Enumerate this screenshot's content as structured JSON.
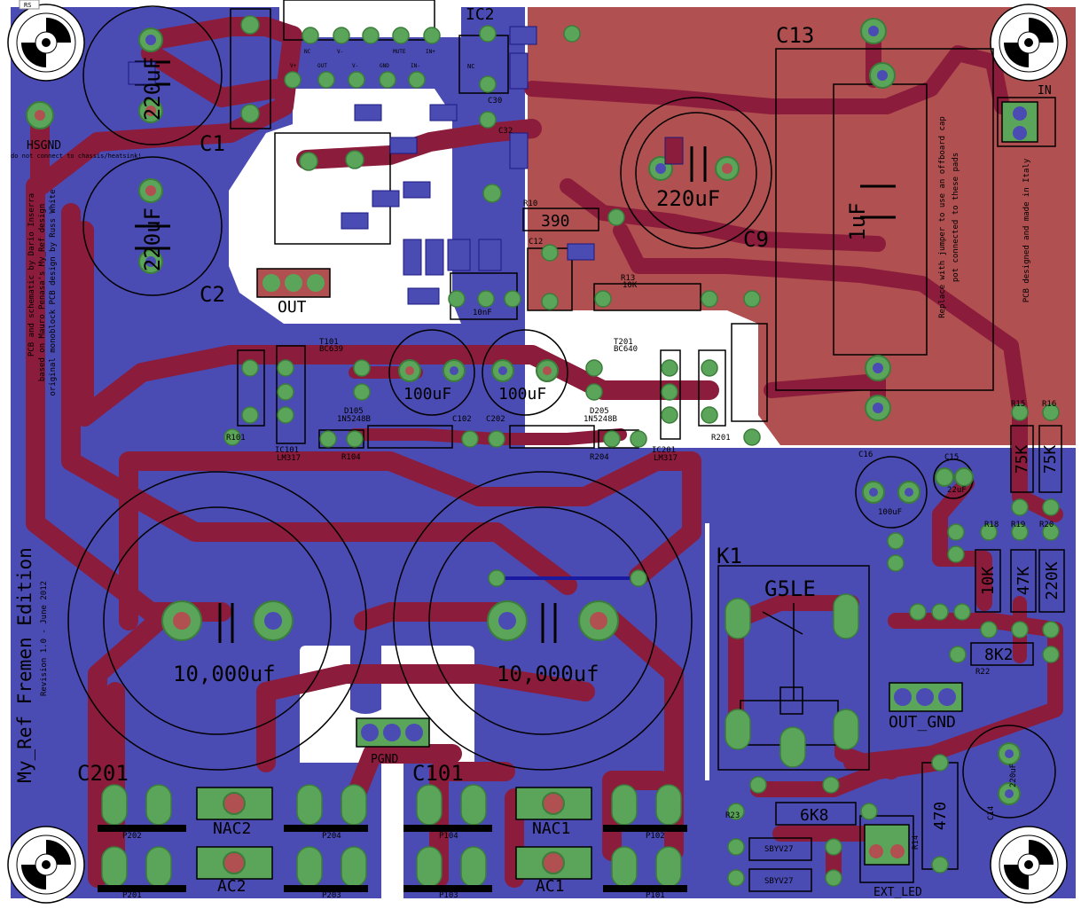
{
  "window": {
    "corner_badge": "RS"
  },
  "board": {
    "title": "My_Ref Fremen Edition",
    "revision": "Revision 1.0 - June 2012",
    "credits": [
      "PCB and schematic by Dario Inserra",
      "based on Mauro Penasa's My_Ref design",
      "original monoblock PCB design by Russ White"
    ],
    "note_jumper": "Replace with jumper to use an offboard cap",
    "note_pads": "pot connected to these pads",
    "note_italy": "PCB designed and made in Italy",
    "note_hsgnd": "do not connect to chassis/heatsink!"
  },
  "colors": {
    "blue_pour": "#4b4bb4",
    "red_pour": "#b05050",
    "trace_red": "#8b1c3c",
    "pad_green": "#2e8b57",
    "pad_ring": "#5aa55a",
    "white": "#ffffff"
  },
  "components": {
    "c1": {
      "ref": "C1",
      "value": "220uF"
    },
    "c2": {
      "ref": "C2",
      "value": "220uF"
    },
    "c9": {
      "ref": "C9",
      "value": "220uF"
    },
    "c13": {
      "ref": "C13",
      "value": "1uF"
    },
    "c102": {
      "ref": "C102",
      "value": "100uF"
    },
    "c202": {
      "ref": "C202",
      "value": "100uF"
    },
    "c101": {
      "ref": "C101",
      "value": "10,000uf"
    },
    "c201": {
      "ref": "C201",
      "value": "10,000uf"
    },
    "c14": {
      "ref": "C14",
      "value": "220uF"
    },
    "c16": {
      "ref": "C16",
      "value": "100uF"
    },
    "c15": {
      "ref": "C15",
      "value": "22uF"
    },
    "c12": {
      "ref": "C12",
      "value": ""
    },
    "ic2": {
      "ref": "IC2"
    },
    "k1": {
      "ref": "K1",
      "value": "G5LE"
    },
    "r10": {
      "ref": "R10",
      "value": "390"
    },
    "r13": {
      "ref": "R13",
      "value": "10K"
    },
    "r15": {
      "ref": "R15",
      "value": "75K"
    },
    "r16": {
      "ref": "R16",
      "value": "75K"
    },
    "r18": {
      "ref": "R18",
      "value": "10K"
    },
    "r19": {
      "ref": "R19",
      "value": "47K"
    },
    "r20": {
      "ref": "R20",
      "value": "220K"
    },
    "r22": {
      "ref": "R22",
      "value": "8K2"
    },
    "r23": {
      "ref": "R23",
      "value": "6K8"
    },
    "r14": {
      "ref": "R14",
      "value": "470"
    },
    "r101": {
      "ref": "R101"
    },
    "r104": {
      "ref": "R104"
    },
    "r201": {
      "ref": "R201"
    },
    "r204": {
      "ref": "R204"
    },
    "d105": {
      "ref": "D105",
      "value": "1N5248B"
    },
    "d205": {
      "ref": "D205",
      "value": "1N5248B"
    },
    "t101": {
      "ref": "T101",
      "value": "BC639"
    },
    "t201": {
      "ref": "T201",
      "value": "BC640"
    },
    "ic101": {
      "ref": "IC101",
      "value": "LM317"
    },
    "ic201": {
      "ref": "IC201",
      "value": "LM317"
    },
    "db1": {
      "value": "SBYV27"
    },
    "db2": {
      "value": "SBYV27"
    }
  },
  "connectors": {
    "out": "OUT",
    "in": "IN",
    "hsgnd": "HSGND",
    "pgnd": "PGND",
    "out_gnd": "OUT_GND",
    "ext_led": "EXT_LED",
    "ac1": "AC1",
    "ac2": "AC2",
    "nac1": "NAC1",
    "nac2": "NAC2"
  },
  "pads": {
    "p101": "P101",
    "p102": "P102",
    "p103": "P103",
    "p104": "P104",
    "p201": "P201",
    "p202": "P202",
    "p203": "P203",
    "p204": "P204"
  },
  "ic2_pins": {
    "top": [
      "NC",
      "V-",
      "MUTE",
      "IN+"
    ],
    "bottom": [
      "V+",
      "OUT",
      "V-",
      "GND",
      "IN-"
    ]
  },
  "small_labels": {
    "c30": "C30",
    "c32": "C32",
    "capnf": "10nF",
    "nc": "NC"
  }
}
